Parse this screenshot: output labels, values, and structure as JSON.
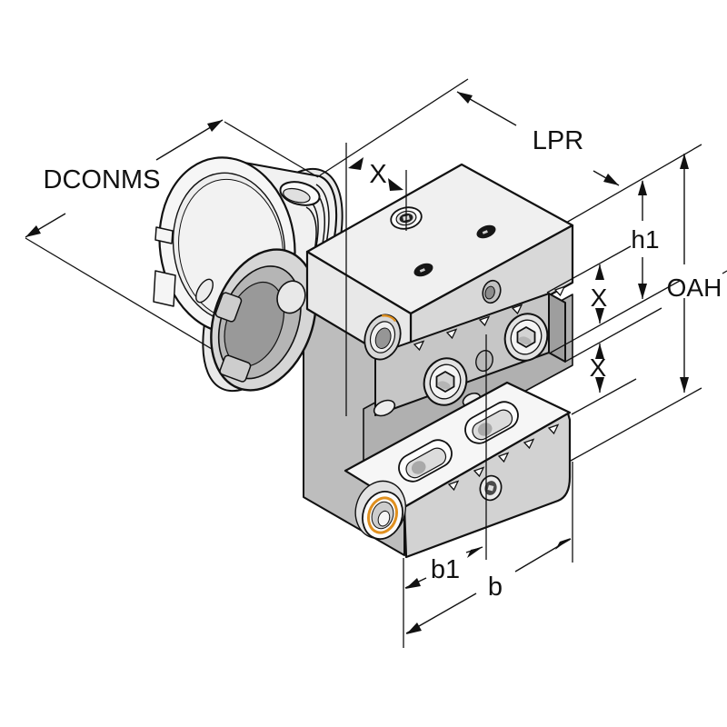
{
  "drawing": {
    "labels": {
      "dconms": "DCONMS",
      "lpr": "LPR",
      "x_top": "X",
      "h1": "h1",
      "oah": "OAH",
      "x_upper": "X",
      "x_lower": "X",
      "b1": "b1",
      "b": "b"
    },
    "colors": {
      "line": "#111111",
      "o_ring_accent": "#e0901f",
      "background": "#ffffff"
    }
  }
}
